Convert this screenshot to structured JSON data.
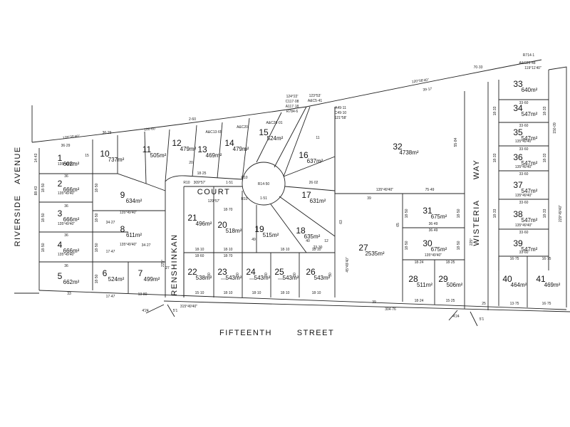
{
  "roads": {
    "riverside": "RIVERSIDE",
    "avenue": "AVENUE",
    "fifteenth": "FIFTEENTH",
    "street": "STREET",
    "renshinkan": "RENSHINKAN",
    "court": "COURT",
    "wisteria": "WISTERIA",
    "way": "WAY"
  },
  "lots": [
    {
      "no": "1",
      "area": "602m²"
    },
    {
      "no": "2",
      "area": "666m²"
    },
    {
      "no": "3",
      "area": "666m²"
    },
    {
      "no": "4",
      "area": "666m²"
    },
    {
      "no": "5",
      "area": "662m²"
    },
    {
      "no": "6",
      "area": "524m²"
    },
    {
      "no": "7",
      "area": "499m²"
    },
    {
      "no": "8",
      "area": "611m²"
    },
    {
      "no": "9",
      "area": "634m²"
    },
    {
      "no": "10",
      "area": "737m²"
    },
    {
      "no": "11",
      "area": "505m²"
    },
    {
      "no": "12",
      "area": "479m²"
    },
    {
      "no": "13",
      "area": "469m²"
    },
    {
      "no": "14",
      "area": "479m²"
    },
    {
      "no": "15",
      "area": "524m²"
    },
    {
      "no": "16",
      "area": "637m²"
    },
    {
      "no": "17",
      "area": "631m²"
    },
    {
      "no": "18",
      "area": "635m²"
    },
    {
      "no": "19",
      "area": "515m²"
    },
    {
      "no": "20",
      "area": "518m²"
    },
    {
      "no": "21",
      "area": "496m²"
    },
    {
      "no": "22",
      "area": "538m²"
    },
    {
      "no": "23",
      "area": "543m²"
    },
    {
      "no": "24",
      "area": "543m²"
    },
    {
      "no": "25",
      "area": "543m²"
    },
    {
      "no": "26",
      "area": "543m²"
    },
    {
      "no": "27",
      "area": "2535m²"
    },
    {
      "no": "28",
      "area": "511m²"
    },
    {
      "no": "29",
      "area": "506m²"
    },
    {
      "no": "30",
      "area": "675m²"
    },
    {
      "no": "31",
      "area": "675m²"
    },
    {
      "no": "32",
      "area": "4738m²"
    },
    {
      "no": "33",
      "area": "640m²"
    },
    {
      "no": "34",
      "area": "547m²"
    },
    {
      "no": "35",
      "area": "547m²"
    },
    {
      "no": "36",
      "area": "547m²"
    },
    {
      "no": "37",
      "area": "547m²"
    },
    {
      "no": "38",
      "area": "547m²"
    },
    {
      "no": "39",
      "area": "547m²"
    },
    {
      "no": "40",
      "area": "464m²"
    },
    {
      "no": "41",
      "area": "469m²"
    }
  ],
  "dims": {
    "d1": "128°35'40\"",
    "d2": "100·60",
    "d3": "2·60",
    "d4": "120°08'40\"",
    "d5": "39·17",
    "d6": "70·33",
    "d7": "R714·1",
    "d8": "A&C23·48",
    "d9": "119°11'40\"",
    "d10": "135°49'40\"",
    "d11": "36",
    "d12": "18·50",
    "d13": "17·47",
    "d14": "13·80",
    "d15": "34·27",
    "d16": "315°49'40\"",
    "d17": "304·76",
    "d18": "39",
    "d19": "33",
    "d20": "18·10",
    "d21": "15·10",
    "d22": "30",
    "d23": "75·49",
    "d24": "36·49",
    "d25": "18·25",
    "d26": "18·24",
    "d27": "15·25",
    "d28": "25",
    "d29": "16·75",
    "d30": "13·75",
    "d31": "33·60",
    "d32": "18·33",
    "d33": "55·84",
    "d34": "88·43",
    "d35": "14·43",
    "d36": "36·29",
    "d37": "R14·50",
    "d38": "R10",
    "d39": "309°57'",
    "d40": "129°57'",
    "d41": "A&C13·65",
    "d42": "A&C20",
    "d43": "A&C26·01",
    "d44": "124°22'",
    "d45": "123°53'",
    "d46": "A49·11",
    "d47": "C49·10",
    "d48": "121°58'",
    "d49": "A&C5·41",
    "d50": "C117·08",
    "d51": "A117·18",
    "d52": "R784·6",
    "d53": "45°49'40\"",
    "d54": "225°",
    "d55": "4'24",
    "d56": "5'1",
    "d57": "27",
    "d58": "49",
    "d59": "63",
    "d60": "65",
    "d61": "12",
    "d62": "40",
    "d63": "23·30",
    "d64": "150·09",
    "d65": "229°49'40\"",
    "d66": "18·60",
    "d67": "18·70",
    "d68": "26·02",
    "d69": "11",
    "d70": "15",
    "d71": "20",
    "d72": "36·29",
    "d73": "18·25",
    "d74": "1·51"
  }
}
